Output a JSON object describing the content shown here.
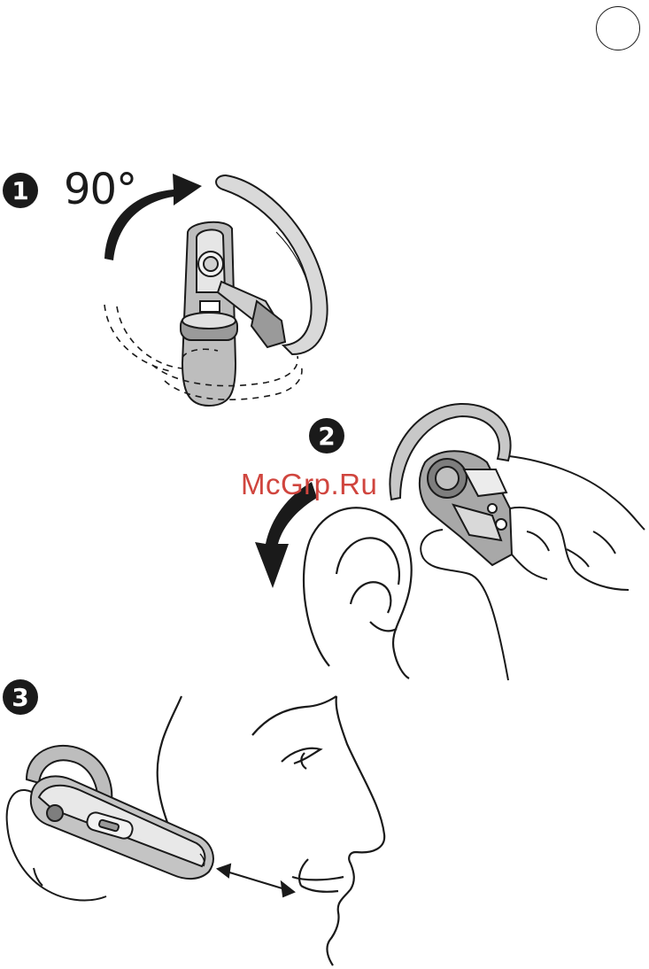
{
  "steps": [
    {
      "number": "1"
    },
    {
      "number": "2"
    },
    {
      "number": "3"
    }
  ],
  "step1": {
    "angle_label": "90°"
  },
  "watermark": "McGrp.Ru",
  "colors": {
    "ink": "#1a1a1a",
    "shade": "#9a9a9a",
    "light_shade": "#c8c8c8",
    "watermark": "#d0453e"
  },
  "icons": [
    "rotate-arrow-icon",
    "down-arrow-icon",
    "distance-arrow-icon"
  ]
}
